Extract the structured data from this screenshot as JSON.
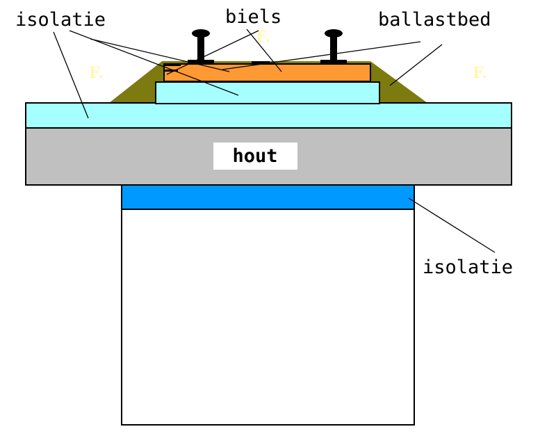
{
  "labels": {
    "isolatie_top": "isolatie",
    "biels": "biels",
    "ballastbed": "ballastbed",
    "hout": "hout",
    "isolatie_bottom": "isolatie",
    "faint_left": "F.",
    "faint_center": "F.",
    "faint_right": "F."
  },
  "colors": {
    "ballast": "#7d7a0f",
    "sleeper": "#ff9933",
    "insulation_light": "#a6ffff",
    "wood": "#c0c0c0",
    "insulation_blue": "#0099ff",
    "base": "#ffffff",
    "rail": "#000000"
  }
}
